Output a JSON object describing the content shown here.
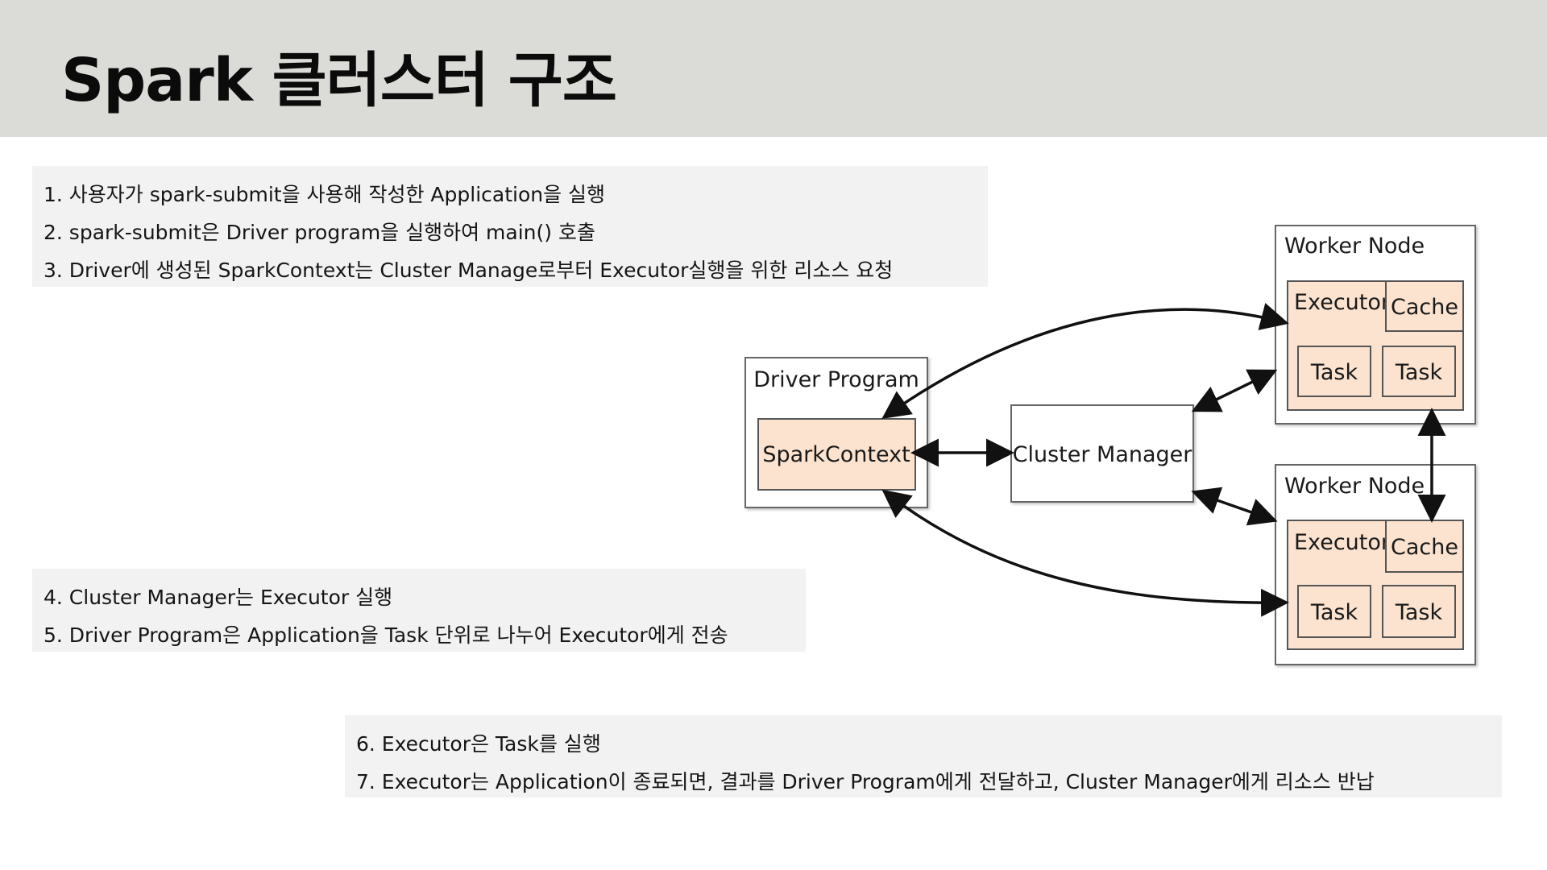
{
  "title": "Spark 클러스터 구조",
  "steps_top": [
    "1. 사용자가 spark-submit을 사용해 작성한 Application을 실행",
    "2. spark-submit은 Driver program을 실행하여 main() 호출",
    "3. Driver에 생성된 SparkContext는 Cluster Manage로부터 Executor실행을 위한 리소스 요청"
  ],
  "steps_middle": [
    "4. Cluster Manager는 Executor 실행",
    "5. Driver Program은 Application을 Task 단위로 나누어 Executor에게 전송"
  ],
  "steps_bottom": [
    "6. Executor은 Task를 실행",
    "7. Executor는 Application이 종료되면, 결과를 Driver Program에게 전달하고, Cluster Manager에게 리소스 반납"
  ],
  "diagram": {
    "driver_program": "Driver Program",
    "spark_context": "SparkContext",
    "cluster_manager": "Cluster Manager",
    "worker_node_1": {
      "label": "Worker Node",
      "executor": "Executor",
      "cache": "Cache",
      "task_1": "Task",
      "task_2": "Task"
    },
    "worker_node_2": {
      "label": "Worker Node",
      "executor": "Executor",
      "cache": "Cache",
      "task_1": "Task",
      "task_2": "Task"
    },
    "colors": {
      "fill_orange": "#fbe3d0",
      "stroke": "#555555",
      "arrow": "#111111"
    }
  }
}
